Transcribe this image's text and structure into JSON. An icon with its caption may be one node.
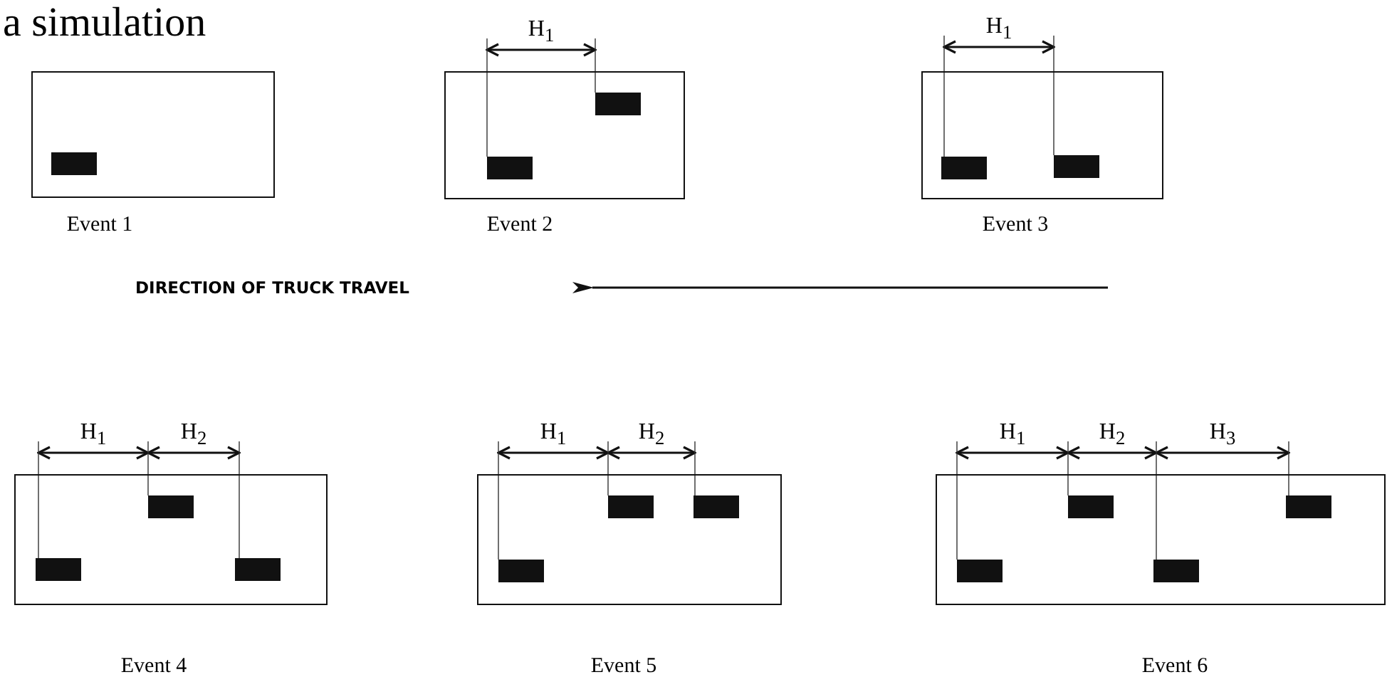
{
  "diagram": {
    "title": "a simulation",
    "nodes": [
      {
        "text": [],
        "shape": "box",
        "beside": [
          "Event 1"
        ]
      },
      {
        "text": [],
        "shape": "box",
        "beside": [
          "Event 2"
        ]
      },
      {
        "text": [],
        "shape": "box",
        "beside": [
          "Event 3"
        ]
      },
      {
        "text": [],
        "shape": "box",
        "beside": [
          "Event 4"
        ]
      },
      {
        "text": [],
        "shape": "box",
        "beside": [
          "Event 5"
        ]
      },
      {
        "text": [],
        "shape": "box",
        "beside": [
          "Event 6"
        ]
      }
    ],
    "edges": [],
    "labels": [
      "H$_{1}$",
      "H$_{1}$",
      "DIRECTION OF TRUCK TRAVEL",
      "H$_{1}$",
      "H$_{2}$",
      "H$_{1}$",
      "H$_{2}$",
      "H$_{1}$",
      "H$_{2}$",
      "H$_{3}$"
    ]
  }
}
